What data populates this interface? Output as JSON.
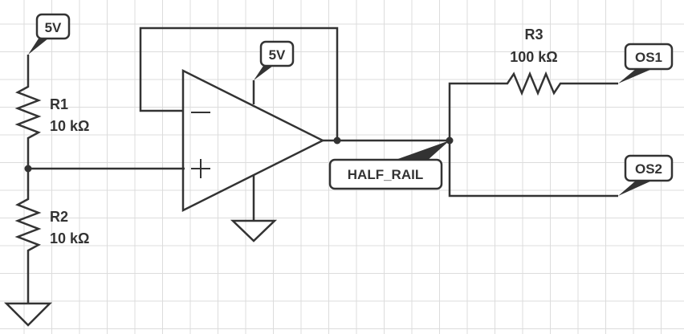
{
  "net_labels": {
    "supply_r1": "5V",
    "supply_opamp": "5V",
    "half_rail": "HALF_RAIL",
    "os1": "OS1",
    "os2": "OS2"
  },
  "components": {
    "r1": {
      "ref": "R1",
      "value": "10 kΩ"
    },
    "r2": {
      "ref": "R2",
      "value": "10 kΩ"
    },
    "r3": {
      "ref": "R3",
      "value": "100 kΩ"
    }
  },
  "opamp": {
    "inverting_symbol": "−",
    "noninverting_symbol": "+"
  },
  "colors": {
    "wire": "#333333",
    "grid": "#dcdcdc",
    "background": "#ffffff"
  }
}
